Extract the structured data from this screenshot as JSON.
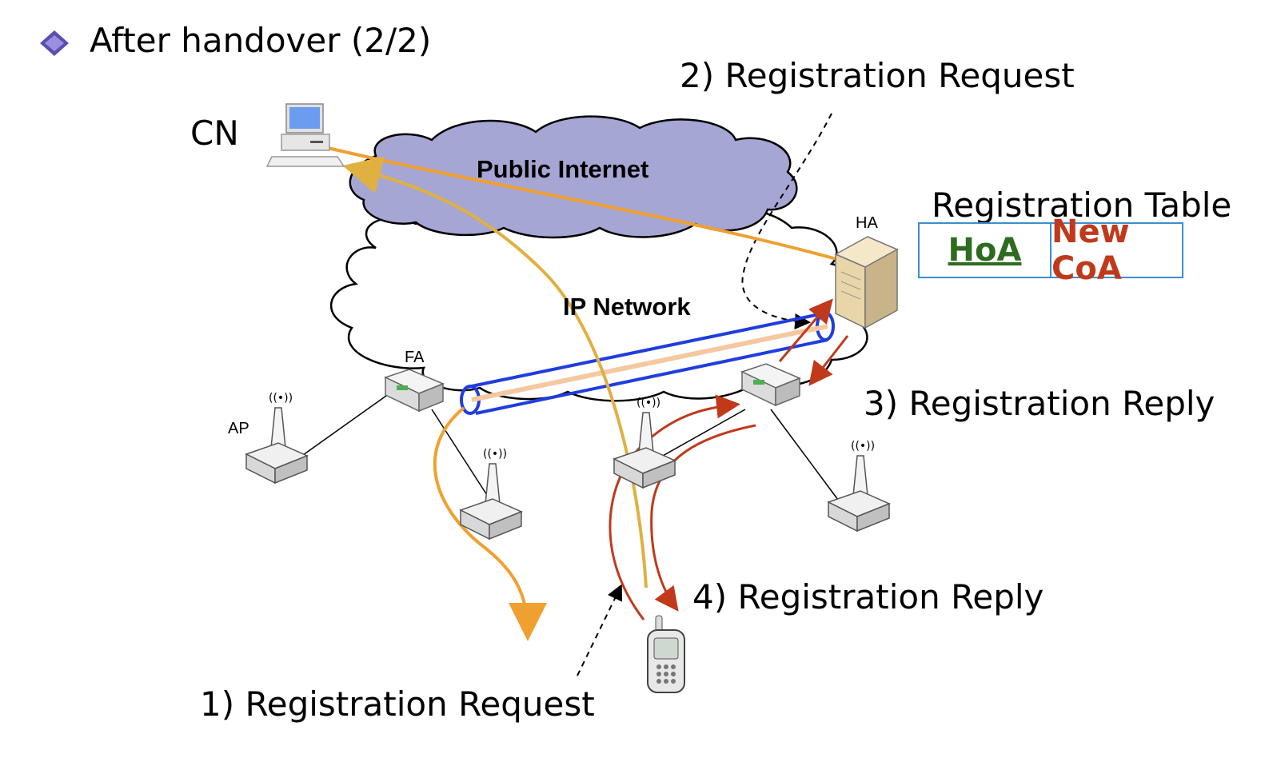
{
  "title": "After handover (2/2)",
  "nodes": {
    "cn": "CN",
    "ha": "HA",
    "fa": "FA",
    "ap": "AP"
  },
  "clouds": {
    "public_internet": "Public Internet",
    "ip_network": "IP Network"
  },
  "steps": {
    "step1": "1) Registration Request",
    "step2": "2) Registration Request",
    "step3": "3) Registration Reply",
    "step4": "4) Registration Reply"
  },
  "registration_table": {
    "title": "Registration Table",
    "home_address": "HoA",
    "care_of_address": "New CoA"
  },
  "colors": {
    "tunnel": "#1f3de0",
    "request_arrow": "#c0391b",
    "data_path": "#f0a030",
    "hoa": "#2e6b1f",
    "coa": "#c0391b"
  }
}
